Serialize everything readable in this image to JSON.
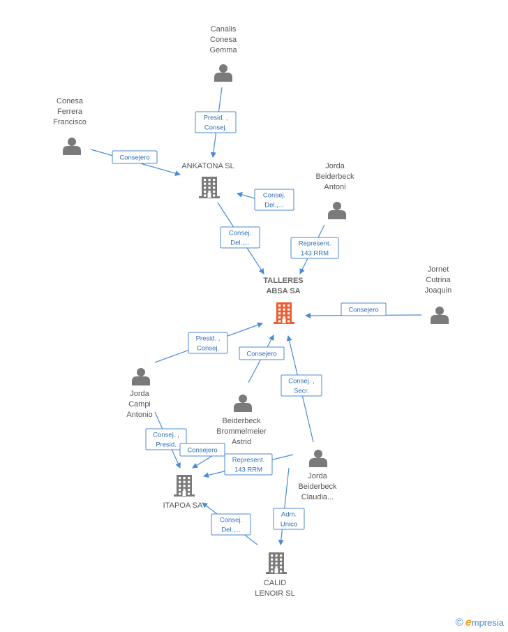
{
  "colors": {
    "edge": "#4a8ad4",
    "edge_text": "#2f6db3",
    "person": "#7a7a7a",
    "company": "#7a7a7a",
    "company_main": "#f05a2a",
    "label": "#555555"
  },
  "nodes": [
    {
      "id": "canalis",
      "type": "person",
      "label": [
        "Canalis",
        "Conesa",
        "Gemma"
      ]
    },
    {
      "id": "conesa",
      "type": "person",
      "label": [
        "Conesa",
        "Ferrera",
        "Francisco"
      ]
    },
    {
      "id": "ankatona",
      "type": "company",
      "label": [
        "ANKATONA SL"
      ]
    },
    {
      "id": "jorda_bb",
      "type": "person",
      "label": [
        "Jorda",
        "Beiderbeck",
        "Antoni"
      ]
    },
    {
      "id": "talleres",
      "type": "company_main",
      "label": [
        "TALLERES",
        "ABSA SA"
      ]
    },
    {
      "id": "jornet",
      "type": "person",
      "label": [
        "Jornet",
        "Cutrina",
        "Joaquin"
      ]
    },
    {
      "id": "jorda_campi",
      "type": "person",
      "label": [
        "Jorda",
        "Campi",
        "Antonio"
      ]
    },
    {
      "id": "beiderbeck_astrid",
      "type": "person",
      "label": [
        "Beiderbeck",
        "Brommelmeier",
        "Astrid"
      ]
    },
    {
      "id": "jorda_claudia",
      "type": "person",
      "label": [
        "Jorda",
        "Beiderbeck",
        "Claudia..."
      ]
    },
    {
      "id": "itapoa",
      "type": "company",
      "label": [
        "ITAPOA SA"
      ]
    },
    {
      "id": "calid",
      "type": "company",
      "label": [
        "CALID",
        "LENOIR SL"
      ]
    }
  ],
  "edges": [
    {
      "from": "canalis",
      "to": "ankatona",
      "label": [
        "Presid. ,",
        "Consej."
      ]
    },
    {
      "from": "conesa",
      "to": "ankatona",
      "label": [
        "Consejero"
      ]
    },
    {
      "from": "jorda_bb",
      "to": "ankatona",
      "label": [
        "Consej.",
        "Del.,..."
      ]
    },
    {
      "from": "ankatona",
      "to": "talleres",
      "label": [
        "Consej.",
        "Del.,..."
      ]
    },
    {
      "from": "jorda_bb",
      "to": "talleres",
      "label": [
        "Represent.",
        "143 RRM"
      ]
    },
    {
      "from": "jornet",
      "to": "talleres",
      "label": [
        "Consejero"
      ]
    },
    {
      "from": "jorda_campi",
      "to": "talleres",
      "label": [
        "Presid. ,",
        "Consej."
      ]
    },
    {
      "from": "beiderbeck_astrid",
      "to": "talleres",
      "label": [
        "Consejero"
      ]
    },
    {
      "from": "jorda_claudia",
      "to": "talleres",
      "label": [
        "Consej. ,",
        "Secr."
      ]
    },
    {
      "from": "jorda_campi",
      "to": "itapoa",
      "label": [
        "Consej. ,",
        "Presid."
      ]
    },
    {
      "from": "beiderbeck_astrid",
      "to": "itapoa",
      "label": [
        "Consejero"
      ]
    },
    {
      "from": "jorda_claudia",
      "to": "itapoa",
      "label": [
        "Represent.",
        "143 RRM"
      ]
    },
    {
      "from": "calid",
      "to": "itapoa",
      "label": [
        "Consej.",
        "Del.,..."
      ]
    },
    {
      "from": "jorda_claudia",
      "to": "calid",
      "label": [
        "Adm.",
        "Unico"
      ]
    }
  ],
  "footer": {
    "copyright": "©",
    "brand_initial": "e",
    "brand_rest": "mpresia"
  }
}
